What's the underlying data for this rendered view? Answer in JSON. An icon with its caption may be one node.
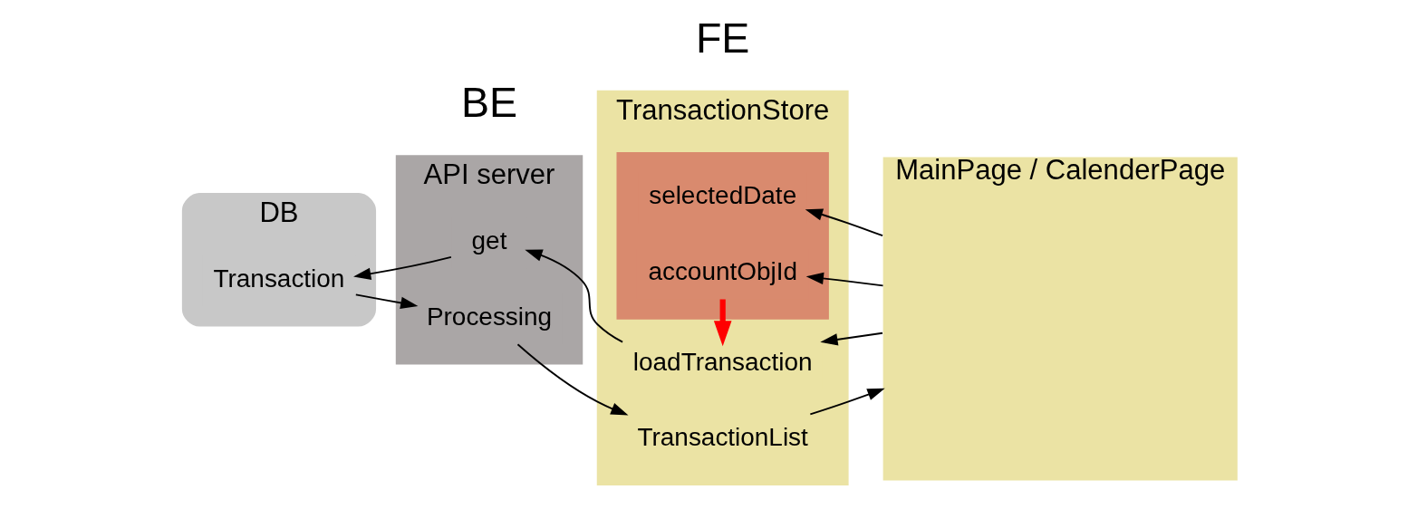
{
  "diagram": {
    "nodes": [
      {
        "text": [
          "DB"
        ]
      },
      {
        "text": [
          "Transaction"
        ],
        "in": 0
      },
      {
        "text": [
          "API server"
        ]
      },
      {
        "text": [
          "get"
        ],
        "in": 2
      },
      {
        "text": [
          "Processing"
        ],
        "in": 2
      },
      {
        "text": [
          "TransactionStore"
        ]
      },
      {
        "text": [],
        "shape": "box",
        "in": 5
      },
      {
        "text": [
          "selectedDate"
        ],
        "in": 6
      },
      {
        "text": [
          "accountObjId"
        ],
        "in": 6
      },
      {
        "text": [
          "loadTransaction"
        ],
        "in": 5
      },
      {
        "text": [
          "TransactionList"
        ],
        "in": 5
      },
      {
        "text": [
          "MainPage / CalenderPage"
        ]
      }
    ],
    "edges": [
      {
        "from": 3,
        "to": 1,
        "arrow": "to"
      },
      {
        "from": 1,
        "to": 4,
        "arrow": "to"
      },
      {
        "from": 9,
        "to": 3,
        "arrow": "to"
      },
      {
        "from": 4,
        "to": 10,
        "arrow": "to"
      },
      {
        "from": 11,
        "to": 7,
        "arrow": "to"
      },
      {
        "from": 11,
        "to": 8,
        "arrow": "to"
      },
      {
        "from": 11,
        "to": 9,
        "arrow": "to"
      },
      {
        "from": 10,
        "to": 11,
        "arrow": "to"
      },
      {
        "from": 8,
        "to": 9,
        "arrow": "to",
        "style": "thick",
        "color": "#ff0000"
      }
    ],
    "labels": [
      "BE",
      "FE"
    ]
  }
}
